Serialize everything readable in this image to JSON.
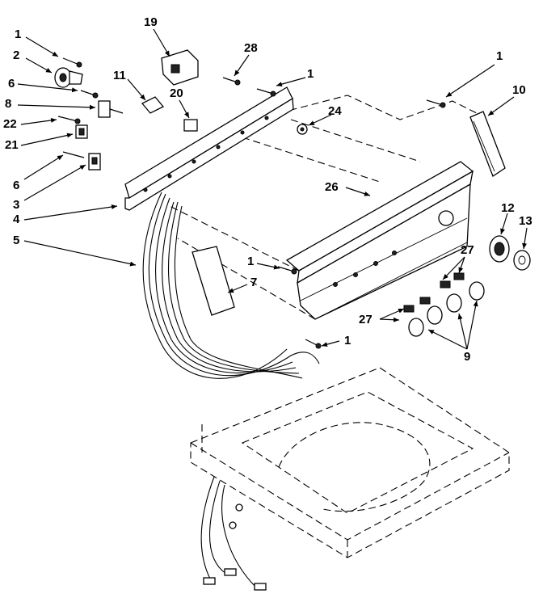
{
  "diagram": {
    "callouts": {
      "c1a": "1",
      "c2": "2",
      "c6a": "6",
      "c8": "8",
      "c22": "22",
      "c21": "21",
      "c6b": "6",
      "c3": "3",
      "c4": "4",
      "c5": "5",
      "c19": "19",
      "c11": "11",
      "c20": "20",
      "c28": "28",
      "c1b": "1",
      "c24": "24",
      "c1c": "1",
      "c10": "10",
      "c26": "26",
      "c12": "12",
      "c13": "13",
      "c27a": "27",
      "c1d": "1",
      "c7": "7",
      "c27b": "27",
      "c9": "9",
      "c1e": "1"
    }
  }
}
